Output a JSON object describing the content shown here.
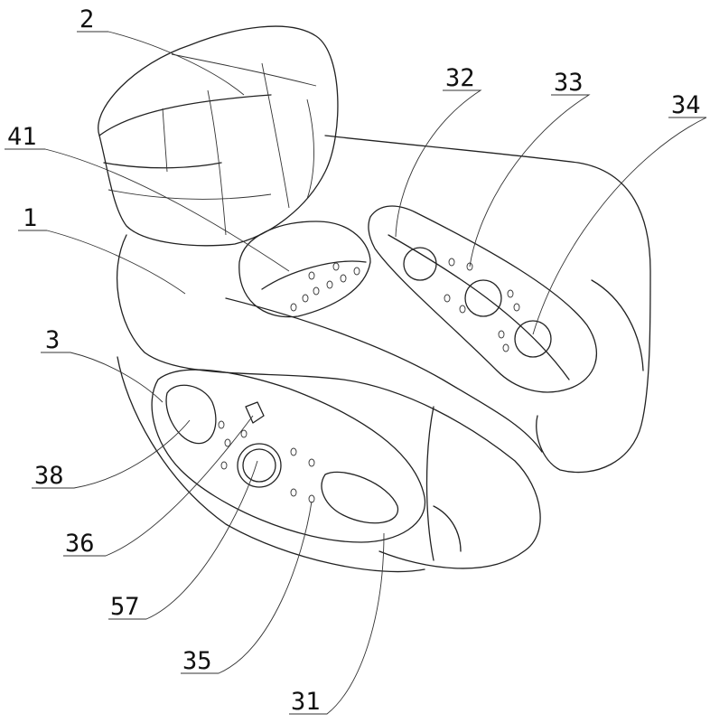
{
  "figure": {
    "labels": [
      {
        "id": "label-2",
        "text": "2"
      },
      {
        "id": "label-41",
        "text": "41"
      },
      {
        "id": "label-1",
        "text": "1"
      },
      {
        "id": "label-3",
        "text": "3"
      },
      {
        "id": "label-38",
        "text": "38"
      },
      {
        "id": "label-36",
        "text": "36"
      },
      {
        "id": "label-57",
        "text": "57"
      },
      {
        "id": "label-35",
        "text": "35"
      },
      {
        "id": "label-31",
        "text": "31"
      },
      {
        "id": "label-32",
        "text": "32"
      },
      {
        "id": "label-33",
        "text": "33"
      },
      {
        "id": "label-34",
        "text": "34"
      }
    ],
    "line_color": "#222222",
    "background": "#ffffff"
  }
}
